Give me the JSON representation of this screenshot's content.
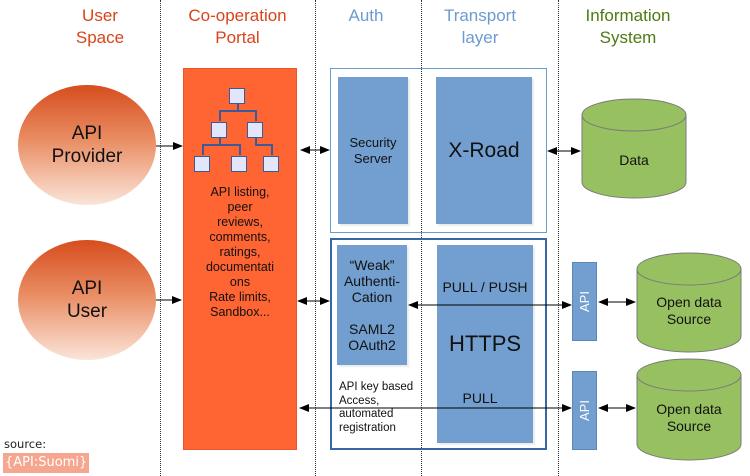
{
  "headers": {
    "user_space": [
      "User",
      "Space"
    ],
    "portal": [
      "Co-operation",
      "Portal"
    ],
    "auth": [
      "Auth"
    ],
    "transport": [
      "Transport",
      "layer"
    ],
    "information_system": [
      "Information",
      "System"
    ]
  },
  "actors": {
    "provider": [
      "API",
      "Provider"
    ],
    "user": [
      "API",
      "User"
    ]
  },
  "portal": {
    "icon": "hierarchy-tree-icon",
    "features": [
      "API listing,",
      "peer",
      "reviews,",
      "comments,",
      "ratings,",
      "documentati",
      "ons",
      "Rate limits,",
      "Sandbox..."
    ]
  },
  "strong_path": {
    "security_server": [
      "Security",
      "Server"
    ],
    "xroad": "X-Road"
  },
  "weak_path": {
    "auth": [
      "“Weak”",
      "Authenti-",
      "Cation"
    ],
    "protocols": [
      "SAML2",
      "OAuth2"
    ],
    "api_key_note": [
      "API key based",
      "Access,",
      "automated",
      "registration"
    ],
    "pull_push": "PULL / PUSH",
    "https": "HTTPS",
    "pull": "PULL"
  },
  "information_system": {
    "data": "Data",
    "api_label": "API",
    "open_data_1": [
      "Open data",
      "Source"
    ],
    "open_data_2": [
      "Open data",
      "Source"
    ]
  },
  "source": {
    "label": "source:",
    "badge": "{API:Suomi}"
  },
  "colors": {
    "header_red": "#d9441a",
    "header_blue": "#6b9bd1",
    "header_green": "#4e7a12",
    "portal_orange": "#fe6532",
    "box_blue": "#729fcf",
    "cylinder_green": "#97c160",
    "badge_salmon": "#f6a58e"
  }
}
